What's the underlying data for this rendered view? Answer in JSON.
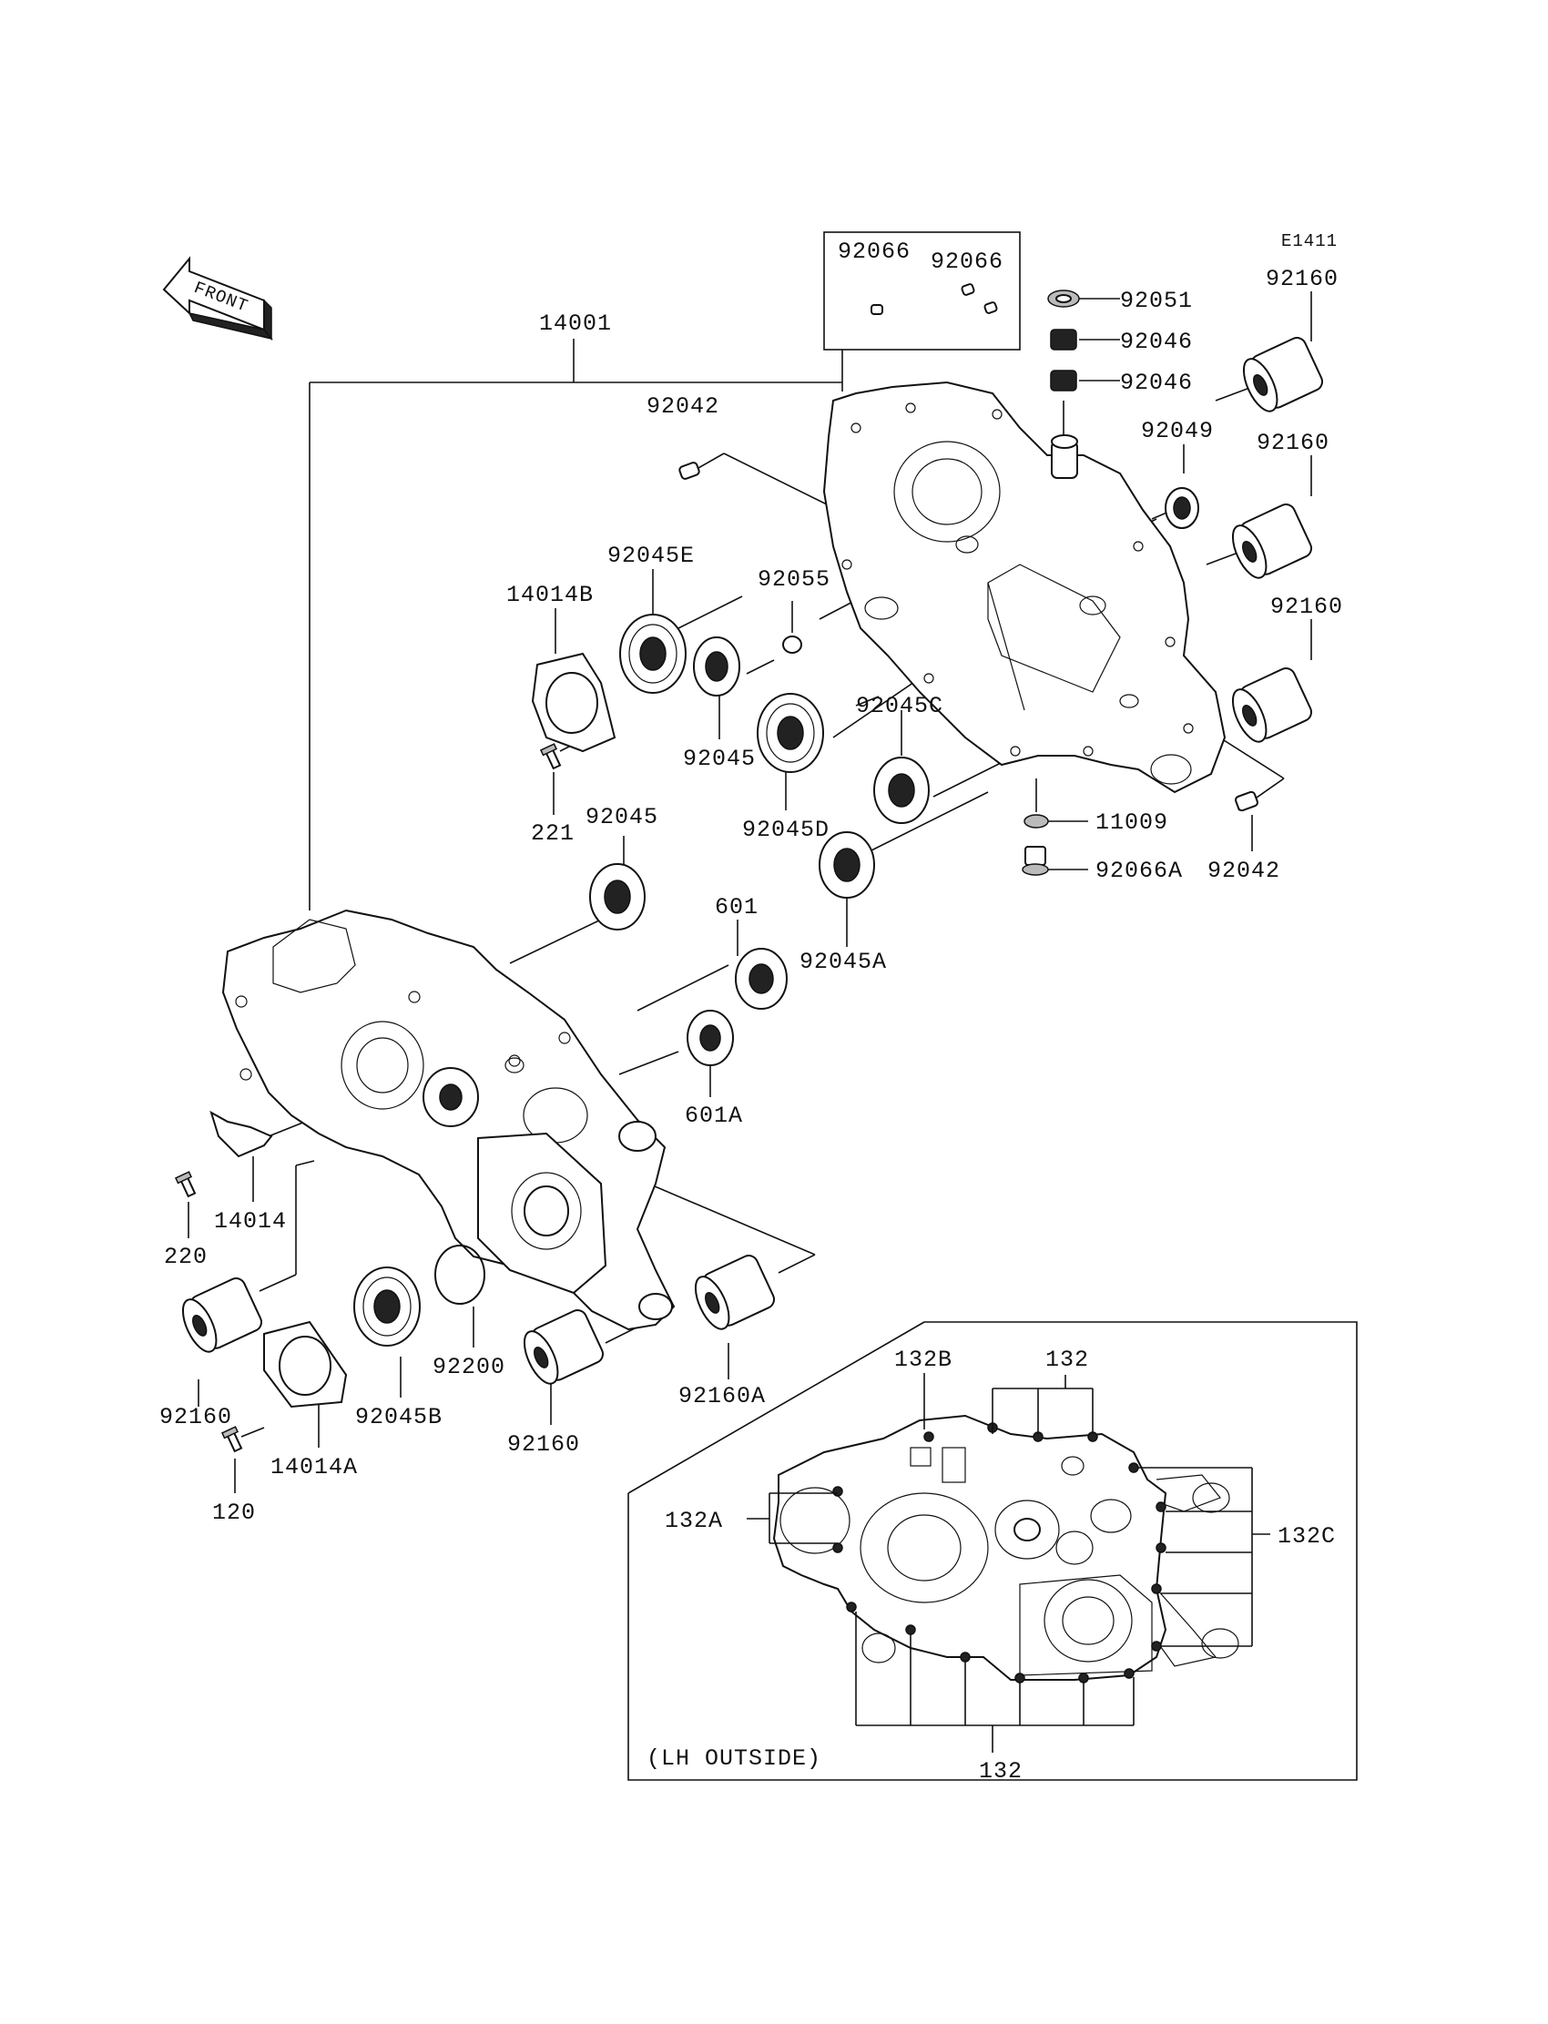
{
  "diagram_code": "E1411",
  "front_label": "FRONT",
  "inset_caption": "(LH OUTSIDE)",
  "part_labels": {
    "p14001": "14001",
    "p92066_a": "92066",
    "p92066_b": "92066",
    "p92042_top": "92042",
    "p92042_right": "92042",
    "p92051": "92051",
    "p92046_a": "92046",
    "p92046_b": "92046",
    "p92049": "92049",
    "p92160_tr1": "92160",
    "p92160_tr2": "92160",
    "p92160_tr3": "92160",
    "p92045E": "92045E",
    "p92055": "92055",
    "p14014B": "14014B",
    "p92045_mid": "92045",
    "p92045C": "92045C",
    "p92045D": "92045D",
    "p221": "221",
    "p92045_low": "92045",
    "p11009": "11009",
    "p92066A": "92066A",
    "p601": "601",
    "p92045A": "92045A",
    "p601A": "601A",
    "p14014": "14014",
    "p220": "220",
    "p92200": "92200",
    "p92160_bl": "92160",
    "p92045B": "92045B",
    "p92160A": "92160A",
    "p92160_bm": "92160",
    "p14014A": "14014A",
    "p120": "120",
    "p132B": "132B",
    "p132_top": "132",
    "p132A": "132A",
    "p132C": "132C",
    "p132_bottom": "132"
  }
}
